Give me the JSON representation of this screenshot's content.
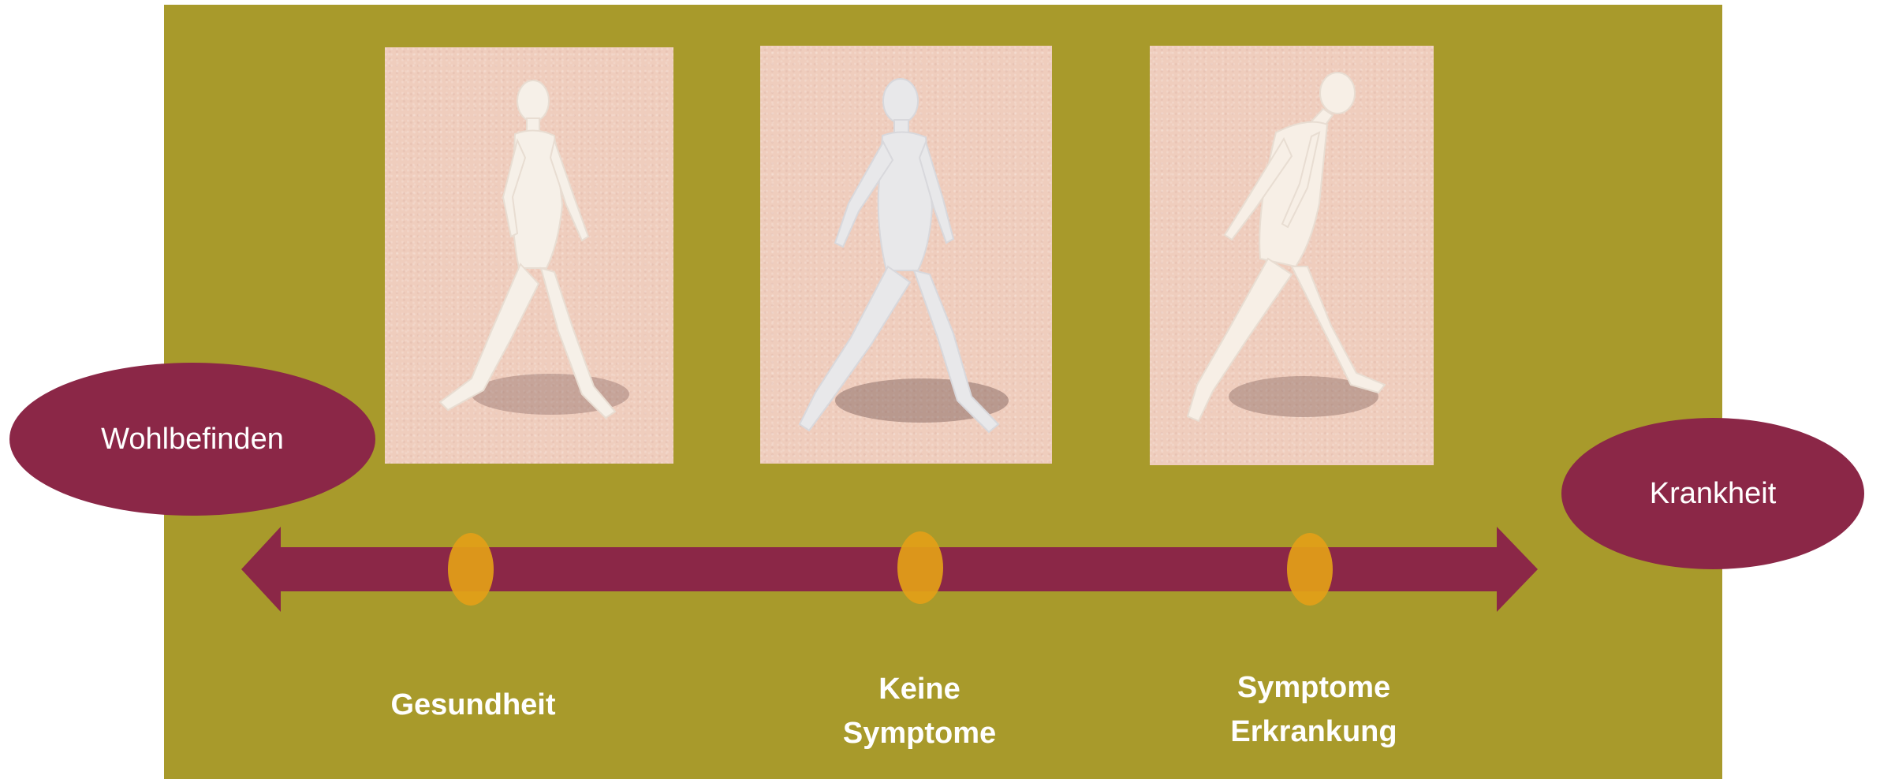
{
  "diagram": {
    "colors": {
      "panel": "#a89a2b",
      "oval": "#8b2747",
      "arrow": "#8b2747",
      "marker": "#e3a018",
      "card": "#efcdbd",
      "figure": "#f6f0e8",
      "text": "#ffffff"
    },
    "left_pole": {
      "label": "Wohlbefinden"
    },
    "right_pole": {
      "label": "Krankheit"
    },
    "images": [
      {
        "icon": "healthy-walking-person-icon"
      },
      {
        "icon": "symptom-free-walking-person-icon"
      },
      {
        "icon": "ill-hunched-walking-person-icon"
      }
    ],
    "stages": [
      {
        "lines": [
          "Gesundheit"
        ]
      },
      {
        "lines": [
          "Keine",
          "Symptome"
        ]
      },
      {
        "lines": [
          "Symptome",
          "Erkrankung"
        ]
      }
    ]
  }
}
